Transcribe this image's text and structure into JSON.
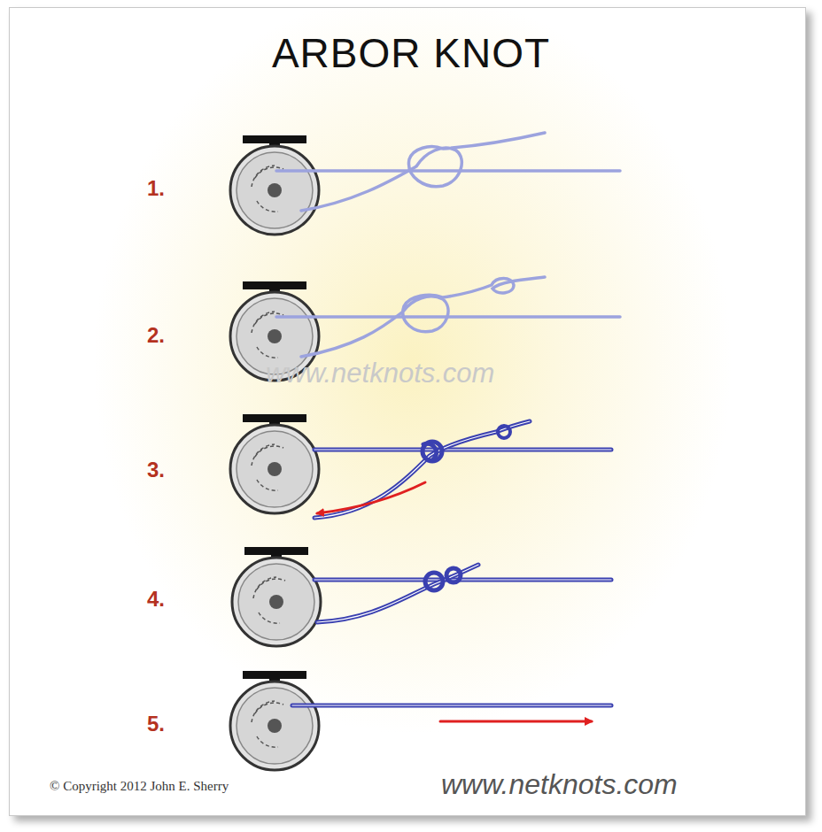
{
  "diagram": {
    "title": "ARBOR KNOT",
    "labels": [
      "1.",
      "2.",
      "www.netknots.com",
      "3.",
      "4.",
      "5.",
      "© Copyright 2012 John E. Sherry",
      "www.netknots.com"
    ]
  }
}
